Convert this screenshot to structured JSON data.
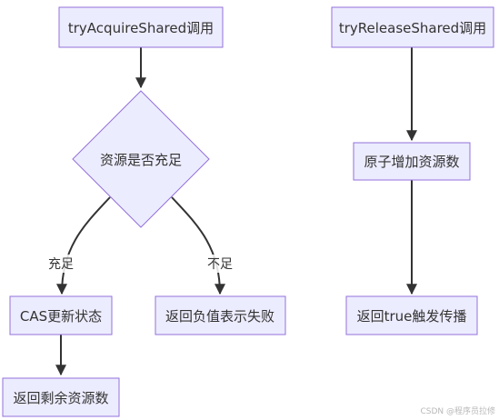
{
  "nodes": {
    "acquire_call": "tryAcquireShared调用",
    "resource_check": "资源是否充足",
    "cas_update": "CAS更新状态",
    "return_failure": "返回负值表示失败",
    "return_remaining": "返回剩余资源数",
    "release_call": "tryReleaseShared调用",
    "atomic_increase": "原子增加资源数",
    "return_true": "返回true触发传播"
  },
  "edge_labels": {
    "sufficient": "充足",
    "insufficient": "不足"
  },
  "watermark": "CSDN @程序员拉修",
  "colors": {
    "node_fill": "#ECECFF",
    "node_stroke": "#9370DB",
    "edge": "#333333"
  }
}
